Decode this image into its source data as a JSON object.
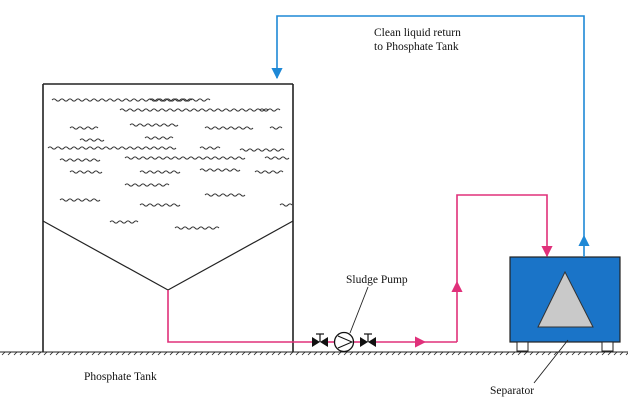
{
  "labels": {
    "return_line1": "Clean liquid return",
    "return_line2": "to Phosphate Tank",
    "sludge_pump": "Sludge Pump",
    "phosphate_tank": "Phosphate Tank",
    "separator": "Separator"
  },
  "colors": {
    "return_line": "#1e88d6",
    "sludge_line": "#e0307a",
    "separator_fill": "#1a74c8",
    "separator_cone": "#c9c9c9",
    "outline": "#222222"
  }
}
